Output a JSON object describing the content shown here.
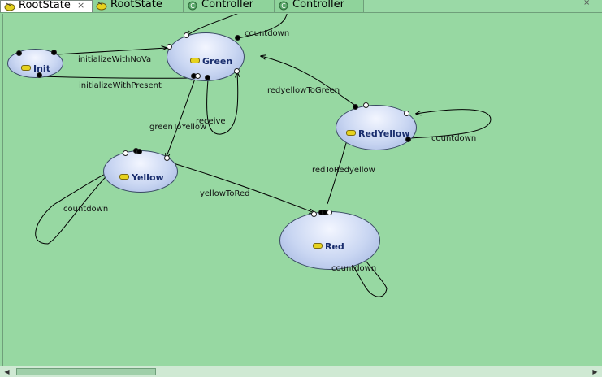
{
  "tabs": [
    {
      "label": "RootState",
      "active": true,
      "icon": "state-diagram-icon",
      "closable": true
    },
    {
      "label": "RootState",
      "active": false,
      "icon": "state-diagram-icon"
    },
    {
      "label": "Controller",
      "active": false,
      "icon": "class-c-icon"
    },
    {
      "label": "Controller",
      "active": false,
      "icon": "class-c-icon"
    }
  ],
  "window_controls": {
    "close_glyph": "×"
  },
  "states": [
    {
      "id": "init",
      "name": "Init"
    },
    {
      "id": "green",
      "name": "Green"
    },
    {
      "id": "yellow",
      "name": "Yellow"
    },
    {
      "id": "red",
      "name": "Red"
    },
    {
      "id": "redyellow",
      "name": "RedYellow"
    }
  ],
  "transitions": [
    {
      "label": "initializeWithNoVa"
    },
    {
      "label": "initializeWithPresent"
    },
    {
      "label": "countdown"
    },
    {
      "label": "receive"
    },
    {
      "label": "greenToYellow"
    },
    {
      "label": "redyellowToGreen"
    },
    {
      "label": "countdown"
    },
    {
      "label": "countdown"
    },
    {
      "label": "redToRedyellow"
    },
    {
      "label": "yellowToRed"
    },
    {
      "label": "countdown"
    }
  ],
  "colors": {
    "canvas_bg": "#97d8a2",
    "state_fill": "#c9d6f2",
    "state_text": "#1a2e6e",
    "edge": "#000000"
  }
}
